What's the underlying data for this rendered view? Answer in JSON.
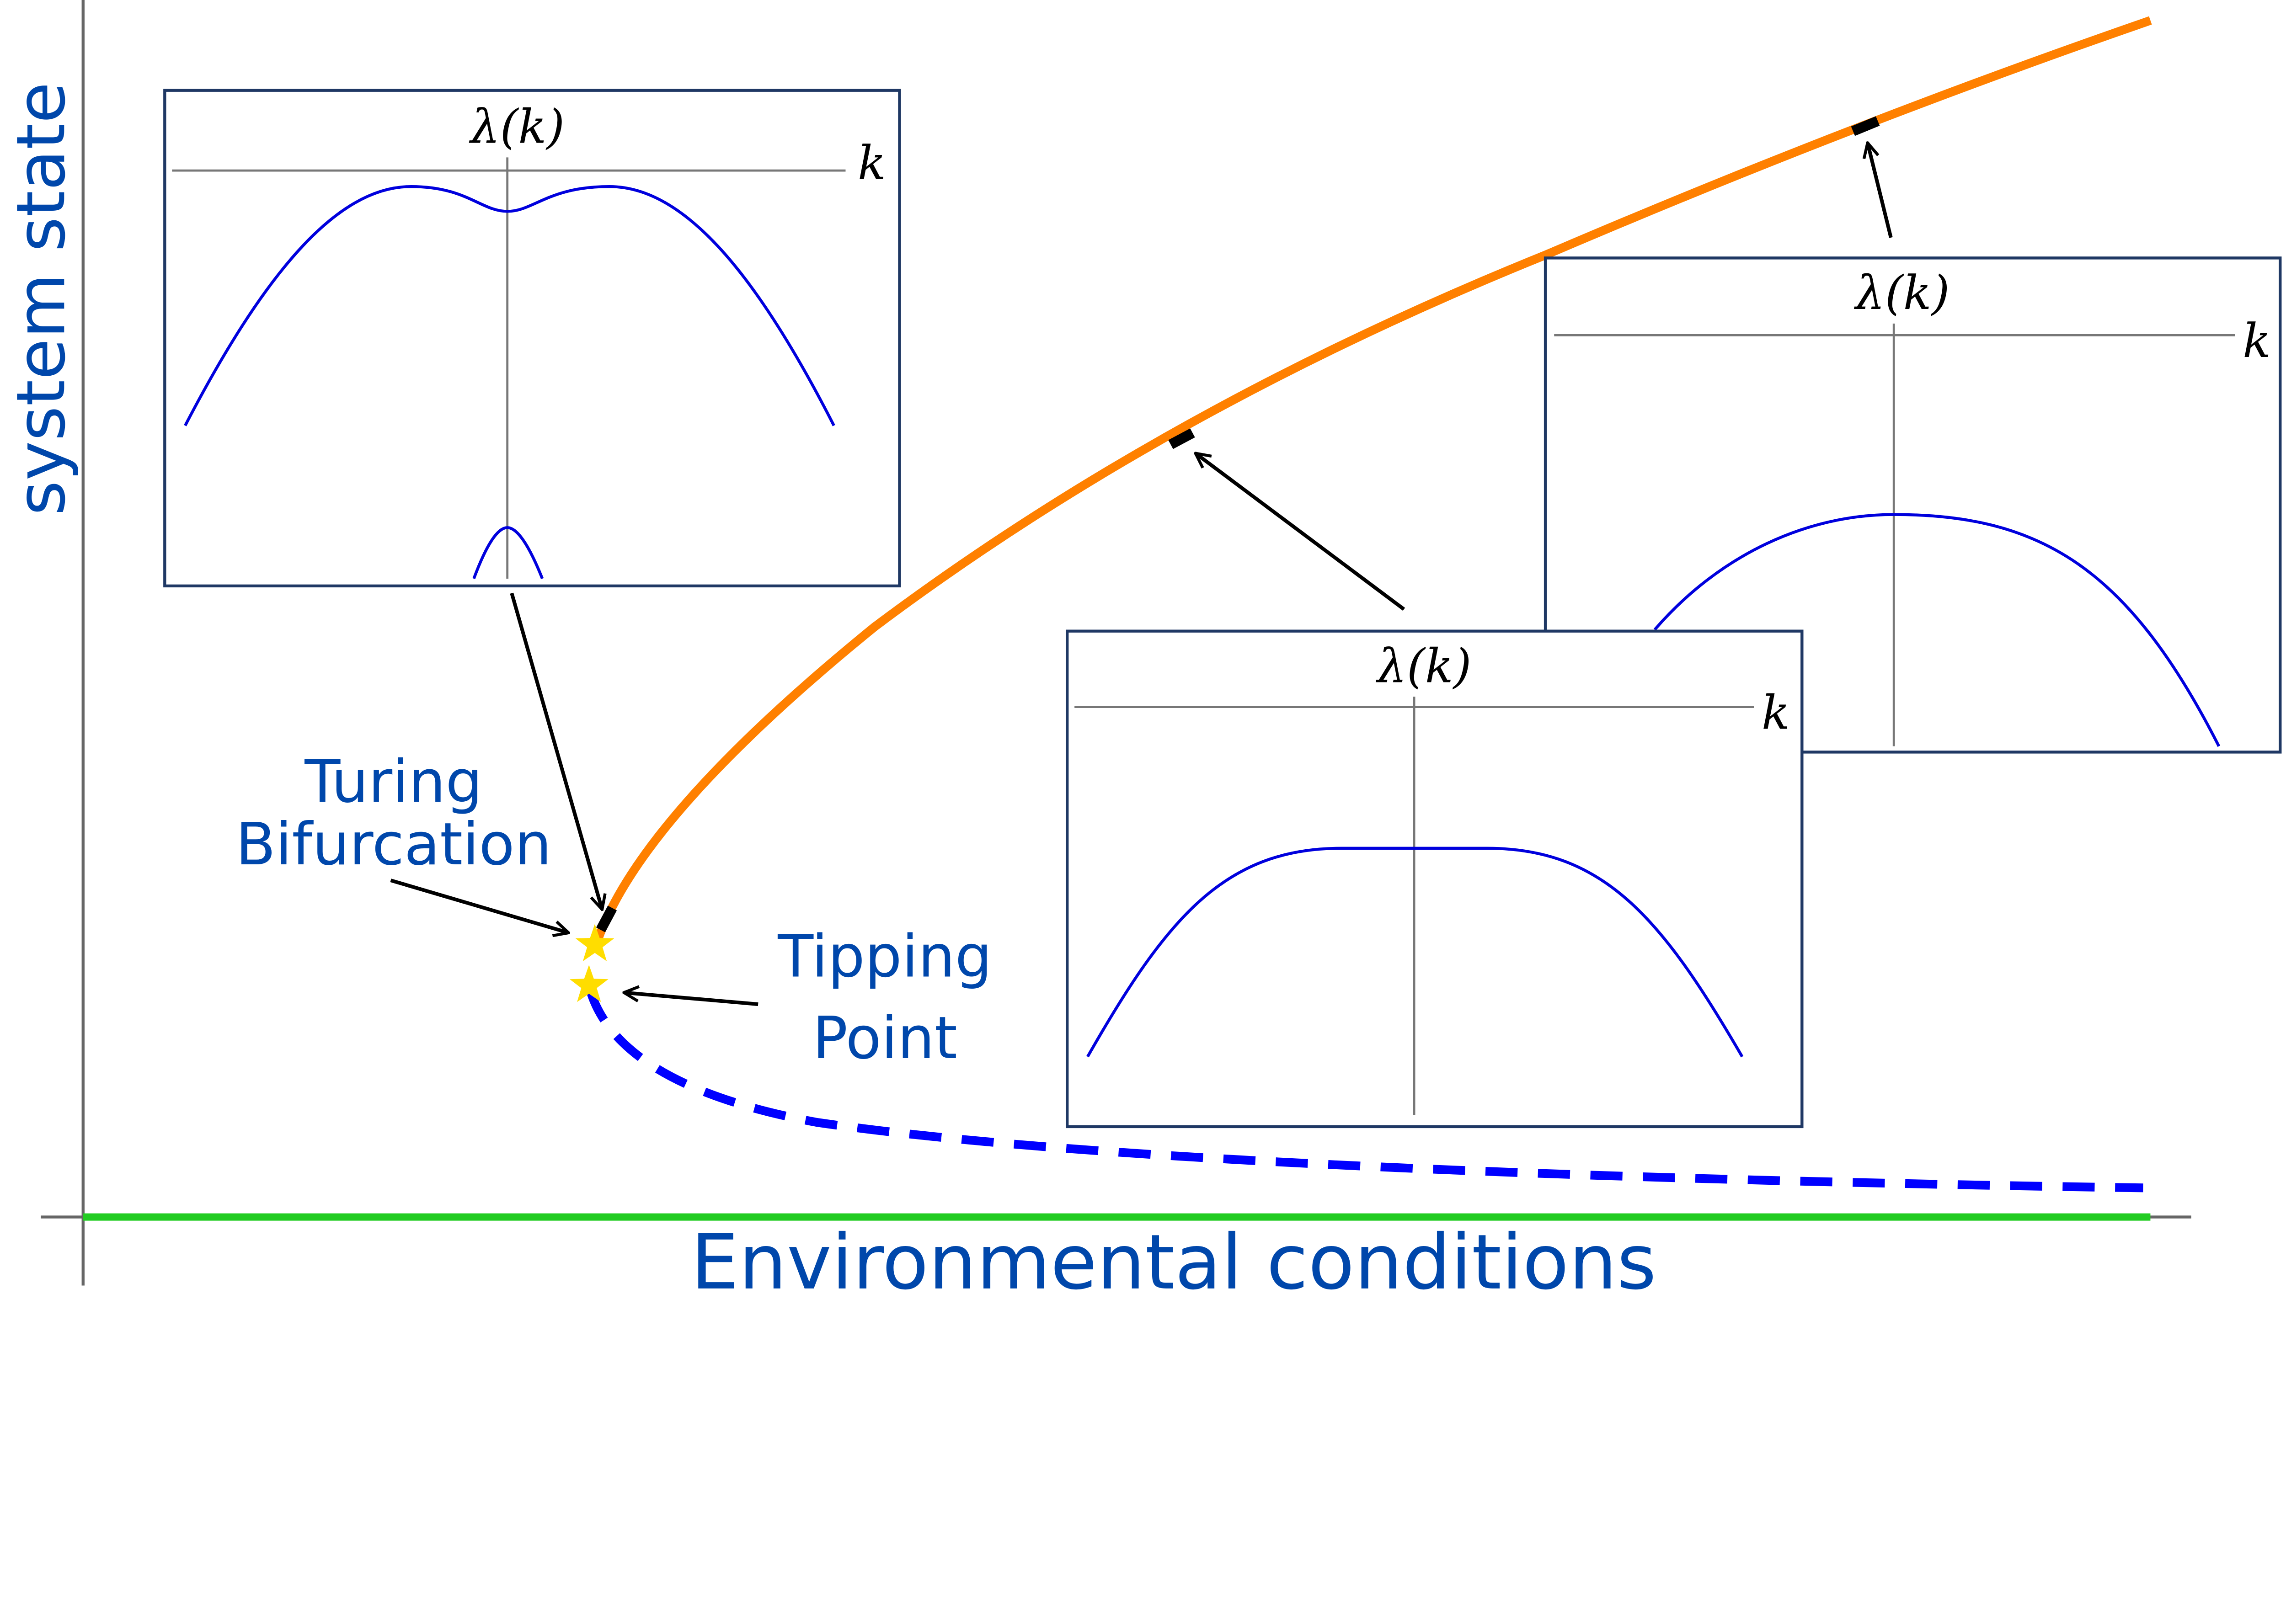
{
  "axes": {
    "y_label": "system state",
    "x_label": "Environmental conditions"
  },
  "annotations": {
    "turing_line1": "Turing",
    "turing_line2": "Bifurcation",
    "tipping_line1": "Tipping",
    "tipping_line2": "Point"
  },
  "insets": [
    {
      "y_axis_label": "λ(k)",
      "x_axis_label": "k",
      "description_shape": "bimodal"
    },
    {
      "y_axis_label": "λ(k)",
      "x_axis_label": "k",
      "description_shape": "single-peak"
    },
    {
      "y_axis_label": "λ(k)",
      "x_axis_label": "k",
      "description_shape": "flat-top"
    }
  ],
  "colors": {
    "upper_branch": "#FF8000",
    "lower_branch": "#0000FF",
    "baseline": "#22CC22",
    "text": "#0047AB",
    "star": "#FFDD00",
    "dispersion": "#0000DD"
  }
}
